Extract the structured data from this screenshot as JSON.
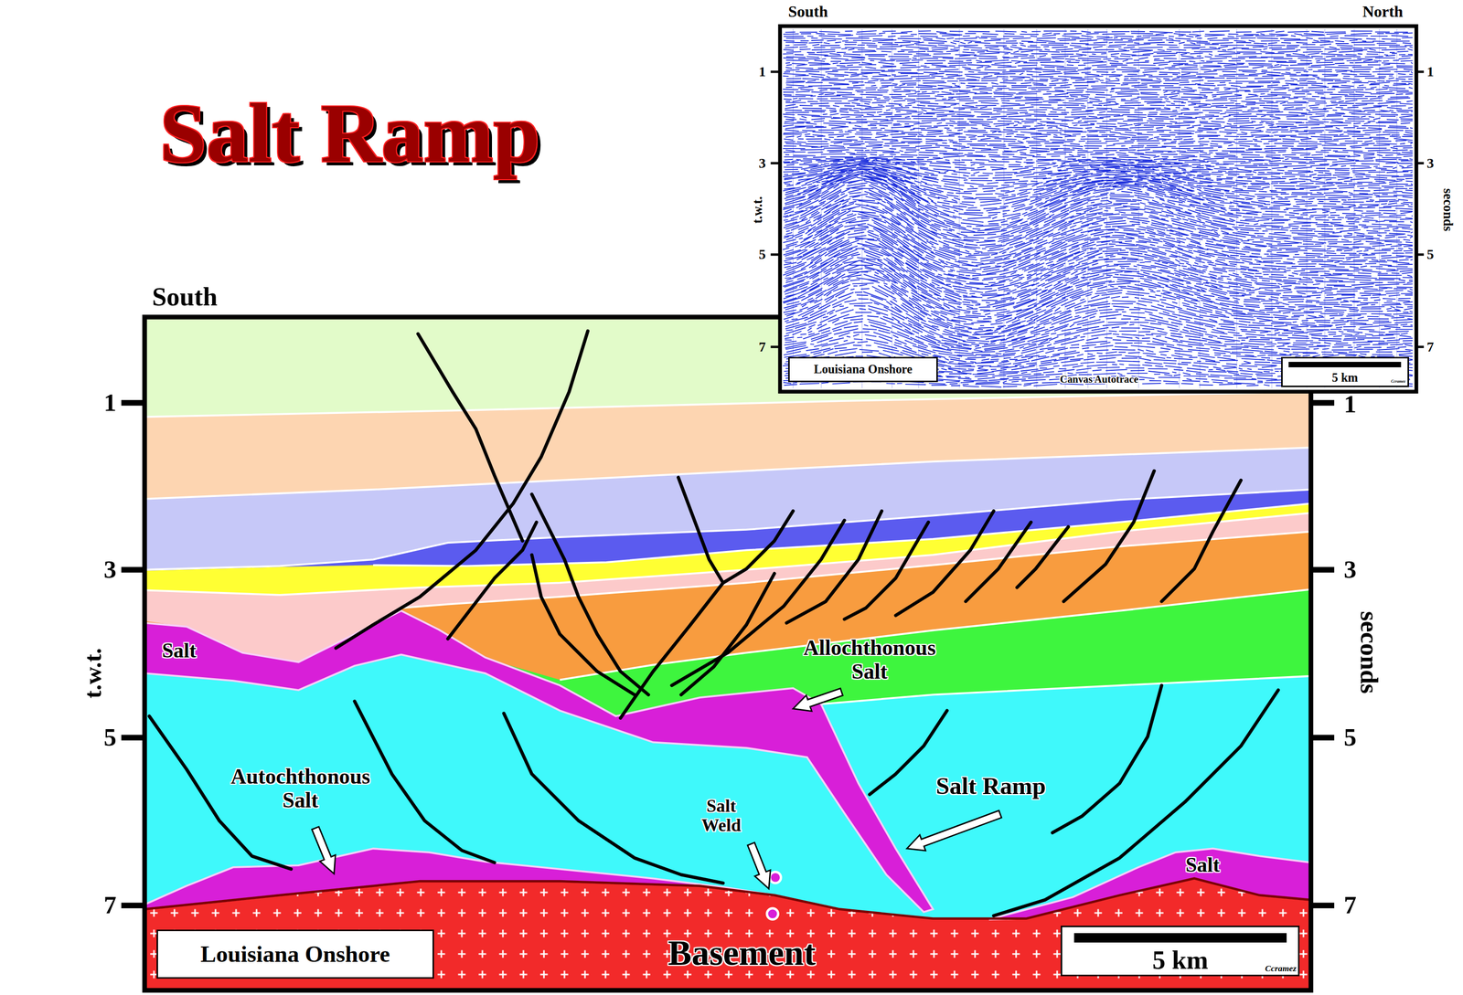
{
  "diagram": {
    "title": "Salt Ramp",
    "nodes": [
      {
        "text": [
          "Louisiana Onshore"
        ]
      },
      {
        "text": [
          "5 km",
          "Ccramez"
        ]
      },
      {
        "text": [
          "Louisiana Onshore"
        ]
      },
      {
        "text": [
          "5 km",
          "Ccramez"
        ]
      }
    ],
    "labels": [
      "South",
      "North",
      "1",
      "3",
      "5",
      "7",
      "1",
      "3",
      "5",
      "7",
      "t.w.t.",
      "seconds",
      "Canvas Autotrace",
      "South",
      "1",
      "3",
      "5",
      "7",
      "1",
      "3",
      "5",
      "7",
      "t.w.t.",
      "seconds",
      "Salt",
      "Allochthonous Salt",
      "Autochthonous Salt",
      "Salt Weld",
      "Salt Ramp",
      "Salt",
      "Basement"
    ]
  }
}
